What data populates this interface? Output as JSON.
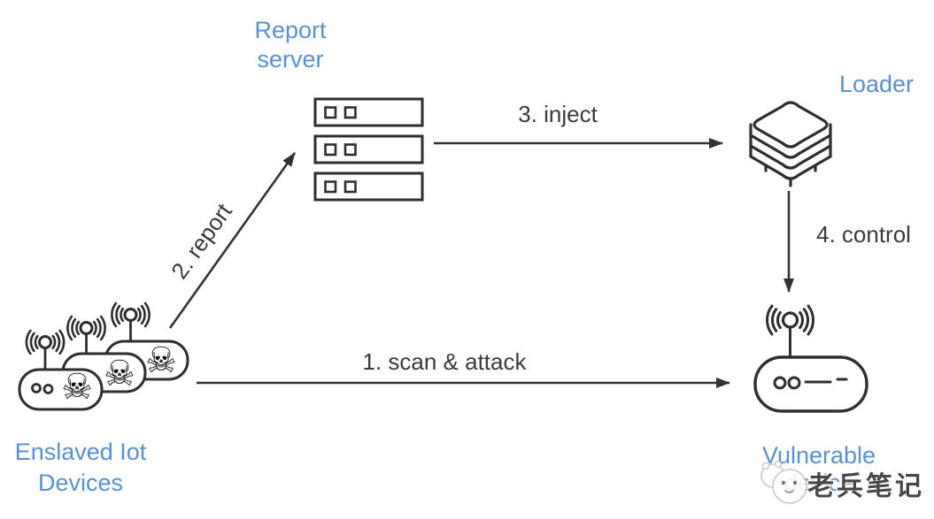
{
  "diagram": {
    "nodes": {
      "report_server": {
        "label": "Report server",
        "icon": "server-stack-icon"
      },
      "loader": {
        "label": "Loader",
        "icon": "layer-stack-icon"
      },
      "enslaved_iot_devices": {
        "label": "Enslaved Iot Devices",
        "icon": "wifi-router-skull-icon",
        "device_count": 3
      },
      "vulnerable_device": {
        "label": "Vulnerable device",
        "icon": "wifi-router-icon"
      }
    },
    "edges": {
      "scan_attack": {
        "label": "1. scan & attack",
        "from": "enslaved_iot_devices",
        "to": "vulnerable_device"
      },
      "report": {
        "label": "2. report",
        "from": "enslaved_iot_devices",
        "to": "report_server"
      },
      "inject": {
        "label": "3. inject",
        "from": "report_server",
        "to": "loader"
      },
      "control": {
        "label": "4. control",
        "from": "loader",
        "to": "vulnerable_device"
      }
    }
  },
  "glyphs": {
    "skull": "☠"
  },
  "watermark": {
    "text": "老兵笔记",
    "logo": "panda-face-logo"
  },
  "colors": {
    "node_label_blue": "#5a8fd3",
    "edge_label_dark": "#3a3a3a",
    "line_dark": "#333333",
    "background": "#ffffff"
  }
}
